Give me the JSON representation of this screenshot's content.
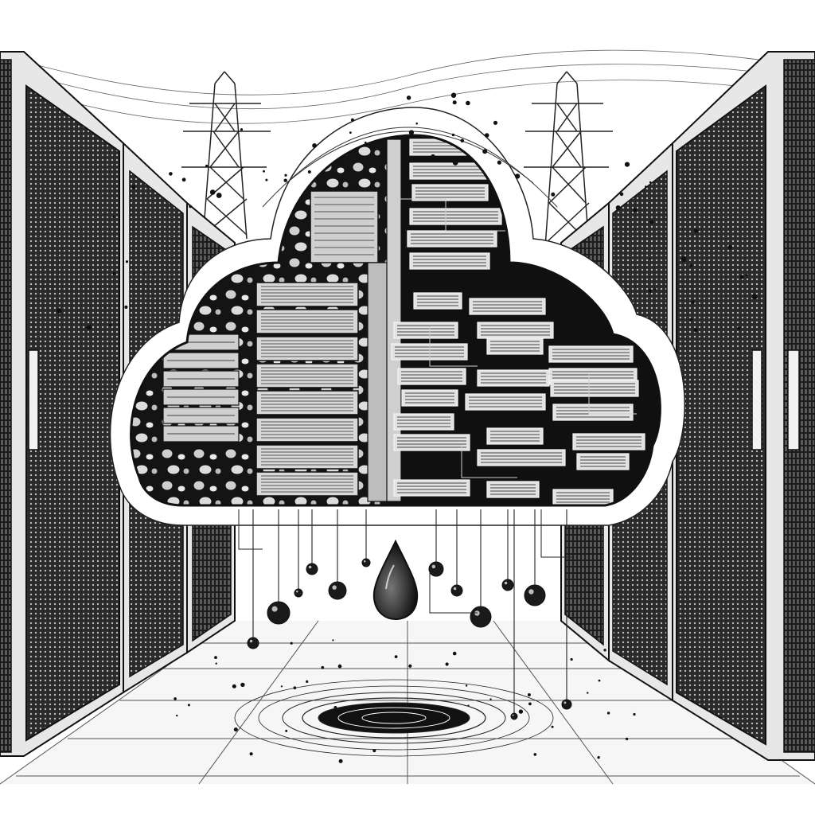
{
  "illustration": {
    "style": "black-and-white pen-and-ink",
    "palette": {
      "ink": "#111111",
      "paper": "#ffffff",
      "metal": "#e9e9e9",
      "dark_panel": "#1a1a1a"
    },
    "elements": [
      "server-rack-aisle",
      "cloud-cutaway",
      "transmission-towers",
      "hanging-cables",
      "water-droplet",
      "floor-ripple"
    ]
  }
}
